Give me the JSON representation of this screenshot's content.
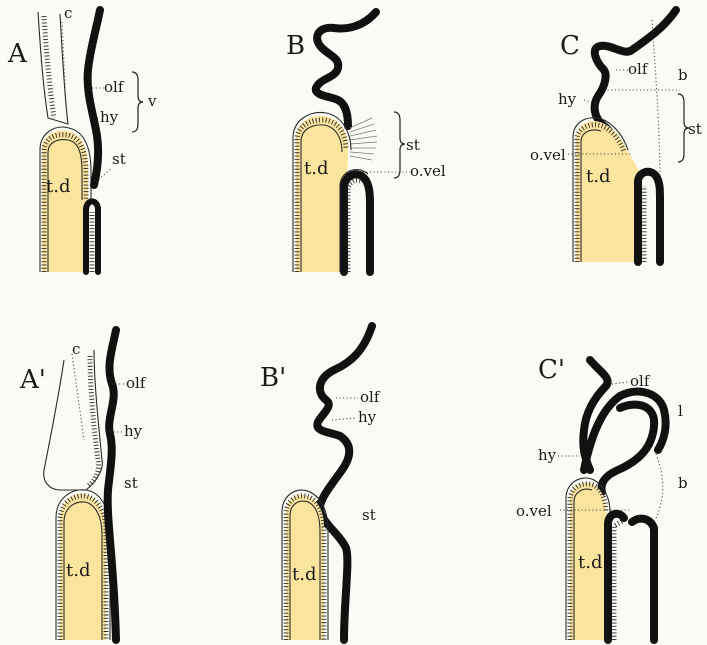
{
  "panels": {
    "A": {
      "letter": "A",
      "labels": {
        "c": "c",
        "olf": "olf",
        "hy": "hy",
        "v": "v",
        "st": "st",
        "td": "t.d"
      }
    },
    "B": {
      "letter": "B",
      "labels": {
        "st": "st",
        "oval": "o.vel",
        "td": "t.d"
      }
    },
    "C": {
      "letter": "C",
      "labels": {
        "olf": "olf",
        "b": "b",
        "hy": "hy",
        "st": "st",
        "oval": "o.vel",
        "td": "t.d"
      }
    },
    "A2": {
      "letter": "A'",
      "labels": {
        "c": "c",
        "olf": "olf",
        "hy": "hy",
        "st": "st",
        "td": "t.d"
      }
    },
    "B2": {
      "letter": "B'",
      "labels": {
        "olf": "olf",
        "hy": "hy",
        "st": "st",
        "td": "t.d"
      }
    },
    "C2": {
      "letter": "C'",
      "labels": {
        "olf": "olf",
        "l": "l",
        "hy": "hy",
        "b": "b",
        "oval": "o.vel",
        "td": "t.d"
      }
    }
  },
  "colors": {
    "yolk": "#fbe49d",
    "wall": "#111111",
    "paper": "#fbfbf5"
  }
}
